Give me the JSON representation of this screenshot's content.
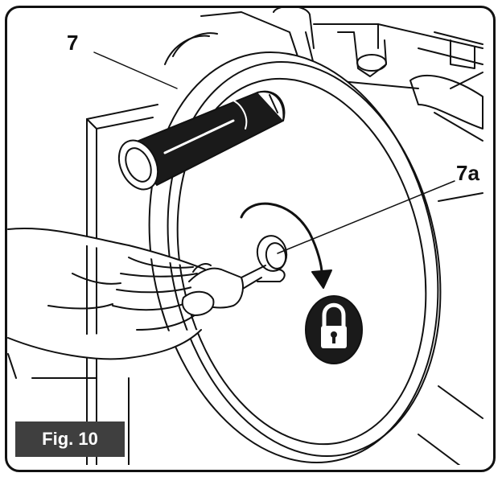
{
  "callouts": {
    "handwheel": "7",
    "lock_screw": "7a"
  },
  "figure_badge": "Fig. 10",
  "icons": {
    "lock": "padlock-icon",
    "rotation": "clockwise-arrow-icon"
  },
  "colors": {
    "ink": "#111111",
    "badge_bg": "#3f3f3f",
    "badge_text": "#ffffff"
  }
}
